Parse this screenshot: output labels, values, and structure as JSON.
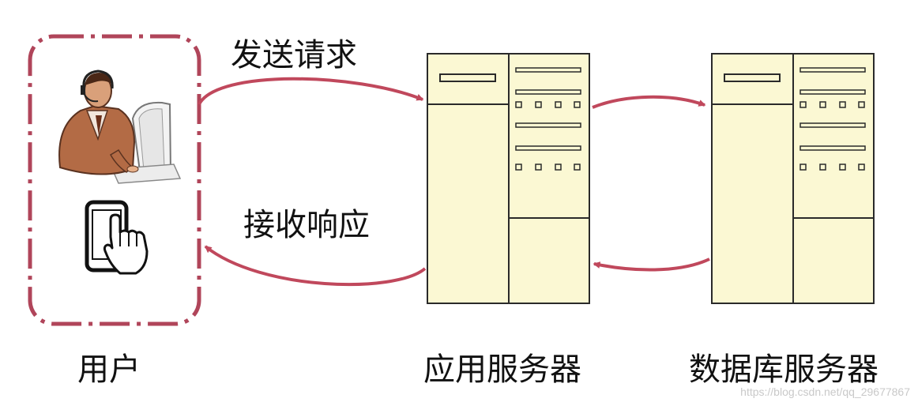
{
  "labels": {
    "send_request": "发送请求",
    "receive_response": "接收响应",
    "user": "用户",
    "app_server": "应用服务器",
    "db_server": "数据库服务器"
  },
  "watermark": "https://blog.csdn.net/qq_29677867",
  "colors": {
    "arrow": "#c0485c",
    "user_border": "#b0455a",
    "server_fill": "#fbf8d3",
    "server_stroke": "#2a2a2a"
  }
}
